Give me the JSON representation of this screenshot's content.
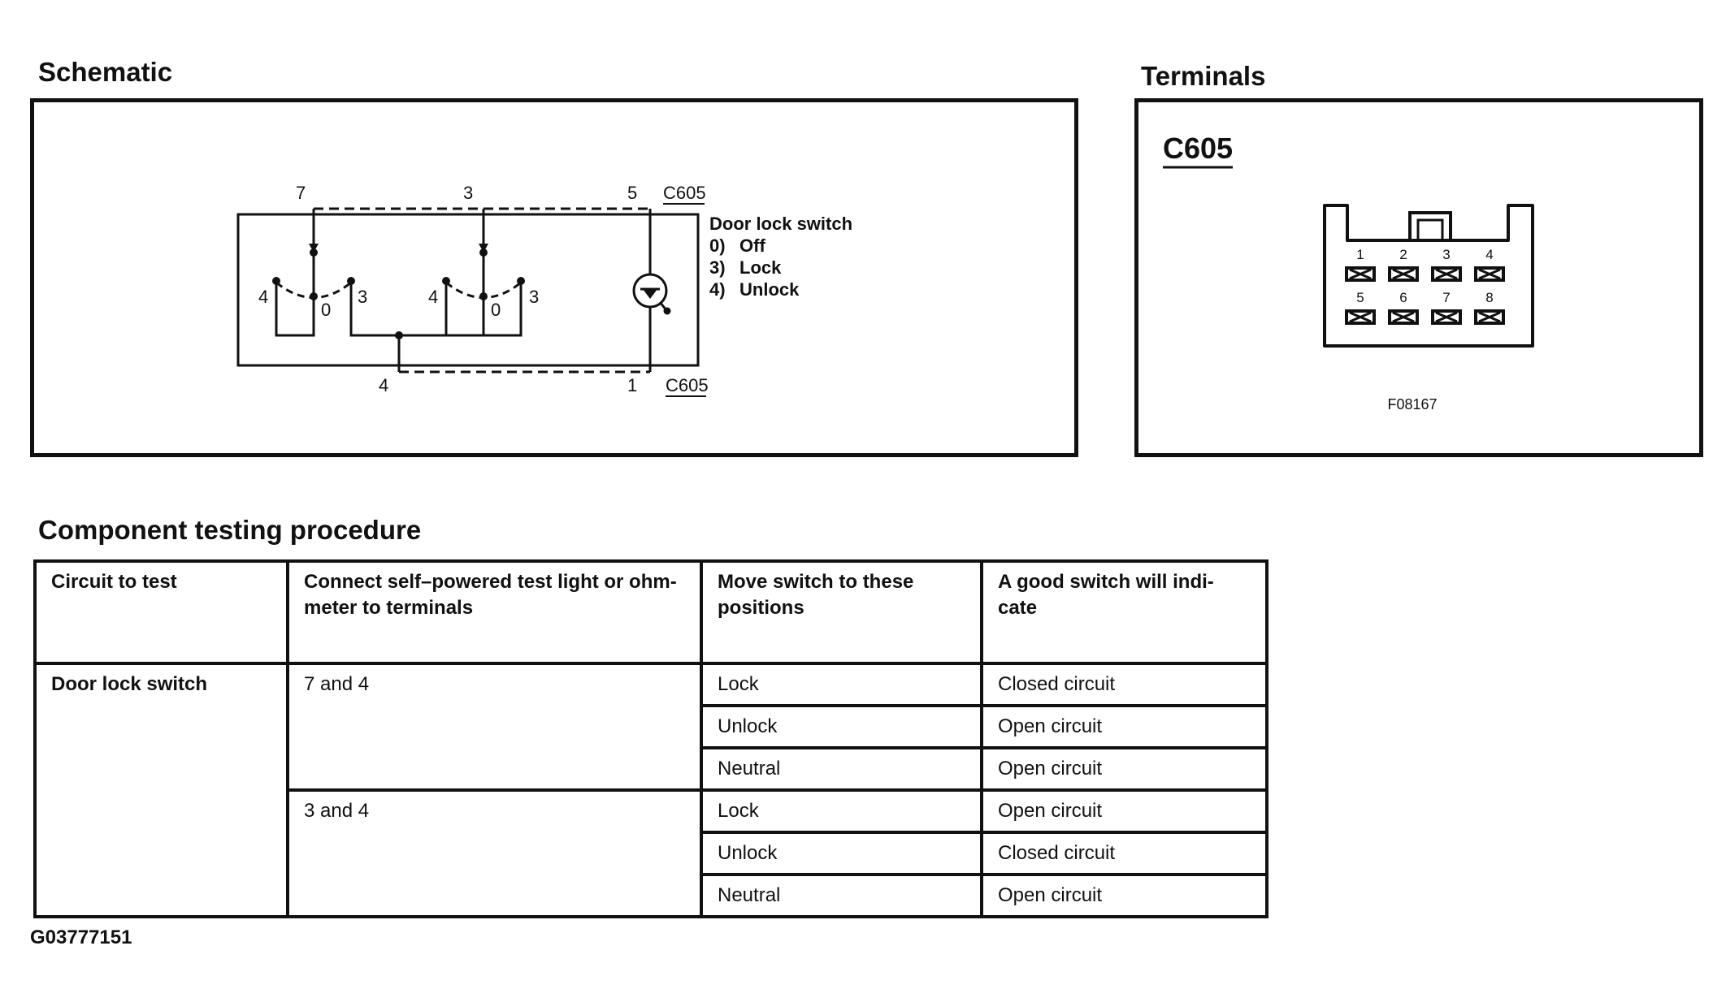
{
  "schematic": {
    "heading": "Schematic",
    "top_pins": [
      "7",
      "3",
      "5"
    ],
    "bottom_pins": [
      "4",
      "1"
    ],
    "connector_top": "C605",
    "connector_bottom": "C605",
    "switch_positions": [
      "4",
      "0",
      "3",
      "4",
      "0",
      "3"
    ],
    "legend": {
      "title": "Door lock switch",
      "items": [
        {
          "num": "0)",
          "label": "Off"
        },
        {
          "num": "3)",
          "label": "Lock"
        },
        {
          "num": "4)",
          "label": "Unlock"
        }
      ]
    }
  },
  "terminals": {
    "heading": "Terminals",
    "connector": "C605",
    "pins_top": [
      "1",
      "2",
      "3",
      "4"
    ],
    "pins_bottom": [
      "5",
      "6",
      "7",
      "8"
    ],
    "figure_id": "F08167"
  },
  "procedure": {
    "heading": "Component testing procedure",
    "columns": [
      "Circuit to test",
      "Connect self–powered test light or ohm-meter to terminals",
      "Move switch to these positions",
      "A good switch will indi-cate"
    ],
    "circuit": "Door lock switch",
    "groups": [
      {
        "terminals": "7 and 4",
        "rows": [
          {
            "position": "Lock",
            "result": "Closed circuit"
          },
          {
            "position": "Unlock",
            "result": "Open circuit"
          },
          {
            "position": "Neutral",
            "result": "Open circuit"
          }
        ]
      },
      {
        "terminals": "3 and 4",
        "rows": [
          {
            "position": "Lock",
            "result": "Open circuit"
          },
          {
            "position": "Unlock",
            "result": "Closed circuit"
          },
          {
            "position": "Neutral",
            "result": "Open circuit"
          }
        ]
      }
    ]
  },
  "reference_id": "G03777151"
}
